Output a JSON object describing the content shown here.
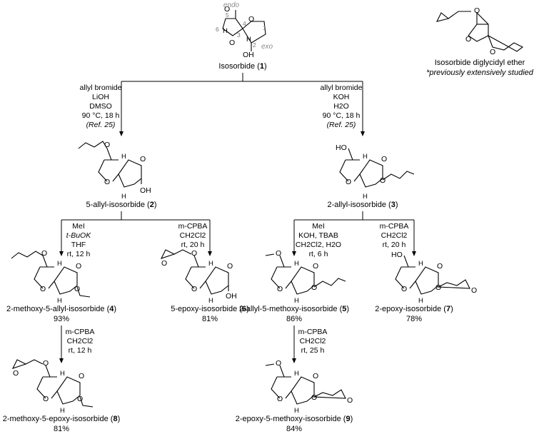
{
  "header": {
    "isosorbide": {
      "name": "Isosorbide",
      "num": "1",
      "endo": "endo",
      "exo": "exo",
      "positions": [
        "1",
        "2",
        "3",
        "4",
        "5",
        "6"
      ]
    },
    "diglycidyl": {
      "name": "Isosorbide diglycidyl ether",
      "note": "*previously extensively studied"
    }
  },
  "conditions": {
    "to2": [
      "allyl bromide",
      "LiOH",
      "DMSO",
      "90 °C, 18 h",
      "(Ref. 25)"
    ],
    "to3": [
      "allyl bromide",
      "KOH",
      "H2O",
      "90 °C, 18 h",
      "(Ref. 25)"
    ],
    "to4": [
      "MeI",
      "t-BuOK",
      "THF",
      "rt, 12 h"
    ],
    "to6": [
      "m-CPBA",
      "CH2Cl2",
      "rt, 20 h"
    ],
    "to5": [
      "MeI",
      "KOH, TBAB",
      "CH2Cl2, H2O",
      "rt, 6 h"
    ],
    "to7": [
      "m-CPBA",
      "CH2Cl2",
      "rt, 20 h"
    ],
    "to8": [
      "m-CPBA",
      "CH2Cl2",
      "rt, 12 h"
    ],
    "to9": [
      "m-CPBA",
      "CH2Cl2",
      "rt, 25 h"
    ]
  },
  "compounds": {
    "c2": {
      "name": "5-allyl-isosorbide",
      "num": "2"
    },
    "c3": {
      "name": "2-allyl-isosorbide",
      "num": "3"
    },
    "c4": {
      "name": "2-methoxy-5-allyl-isosorbide",
      "num": "4",
      "yield": "93%"
    },
    "c6": {
      "name": "5-epoxy-isosorbide",
      "num": "6",
      "yield": "81%"
    },
    "c5": {
      "name": "2-allyl-5-methoxy-isosorbide",
      "num": "5",
      "yield": "86%"
    },
    "c7": {
      "name": "2-epoxy-isosorbide",
      "num": "7",
      "yield": "78%"
    },
    "c8": {
      "name": "2-methoxy-5-epoxy-isosorbide",
      "num": "8",
      "yield": "81%"
    },
    "c9": {
      "name": "2-epoxy-5-methoxy-isosorbide",
      "num": "9",
      "yield": "84%"
    }
  },
  "atoms": {
    "O": "O",
    "H": "H",
    "OH": "OH",
    "HO": "HO"
  }
}
